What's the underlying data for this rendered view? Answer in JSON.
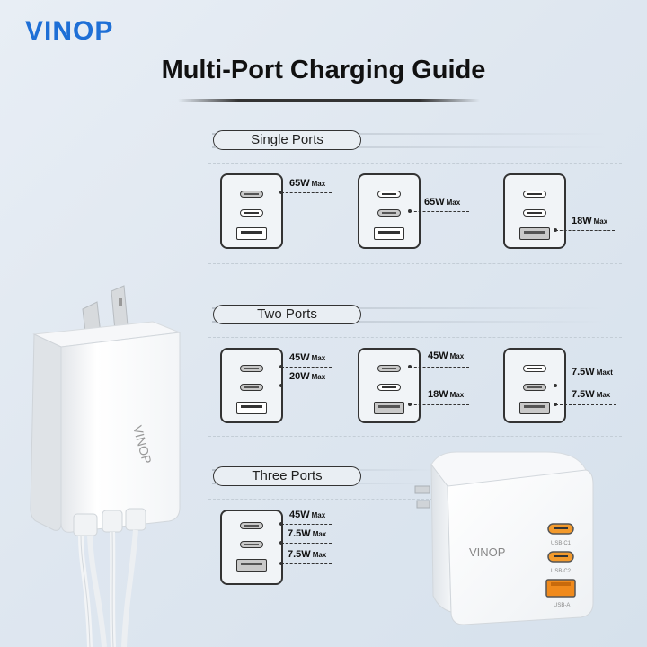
{
  "brand": "VINOP",
  "title": "Multi-Port Charging Guide",
  "sections": [
    {
      "name": "Single Ports",
      "diagrams": [
        {
          "labels": [
            {
              "watt": "65W",
              "max": "Max"
            }
          ]
        },
        {
          "labels": [
            {
              "watt": "65W",
              "max": "Max"
            }
          ]
        },
        {
          "labels": [
            {
              "watt": "18W",
              "max": "Max"
            }
          ]
        }
      ]
    },
    {
      "name": "Two Ports",
      "diagrams": [
        {
          "labels": [
            {
              "watt": "45W",
              "max": "Max"
            },
            {
              "watt": "20W",
              "max": "Max"
            }
          ]
        },
        {
          "labels": [
            {
              "watt": "45W",
              "max": "Max"
            },
            {
              "watt": "18W",
              "max": "Max"
            }
          ]
        },
        {
          "labels": [
            {
              "watt": "7.5W",
              "max": "Maxt"
            },
            {
              "watt": "7.5W",
              "max": "Max"
            }
          ]
        }
      ]
    },
    {
      "name": "Three Ports",
      "diagrams": [
        {
          "labels": [
            {
              "watt": "45W",
              "max": "Max"
            },
            {
              "watt": "7.5W",
              "max": "Max"
            },
            {
              "watt": "7.5W",
              "max": "Max"
            }
          ]
        }
      ]
    }
  ],
  "product": {
    "brand_print": "VINOP",
    "port_labels": [
      "USB-C1",
      "USB-C2",
      "USB-A"
    ]
  },
  "colors": {
    "brand": "#1e6fd6",
    "port_a_accent": "#f08a1c"
  }
}
